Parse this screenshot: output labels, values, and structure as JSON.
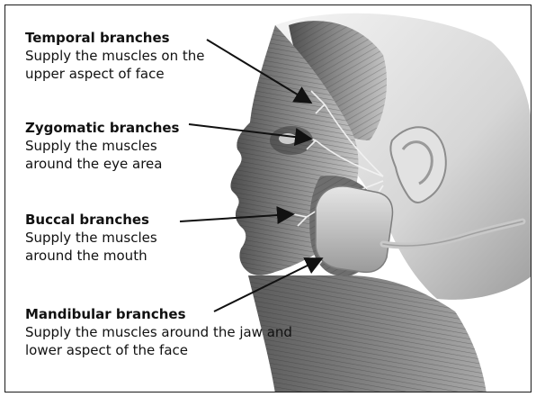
{
  "labels": [
    {
      "head": "Temporal branches",
      "desc": "Supply the muscles on the upper aspect of face"
    },
    {
      "head": "Zygomatic branches",
      "desc": "Supply the muscles around the eye area"
    },
    {
      "head": "Buccal branches",
      "desc": "Supply the muscles around the mouth"
    },
    {
      "head": "Mandibular branches",
      "desc": "Supply the muscles around the jaw and lower aspect of the face"
    }
  ],
  "colors": {
    "skin": "#d8d8d8",
    "muscle_dark": "#5a5a5a",
    "muscle_mid": "#8a8a8a",
    "muscle_light": "#bdbdbd",
    "nerve": "#f2f2f2",
    "device": "#c9c9c9",
    "text": "#111111"
  }
}
